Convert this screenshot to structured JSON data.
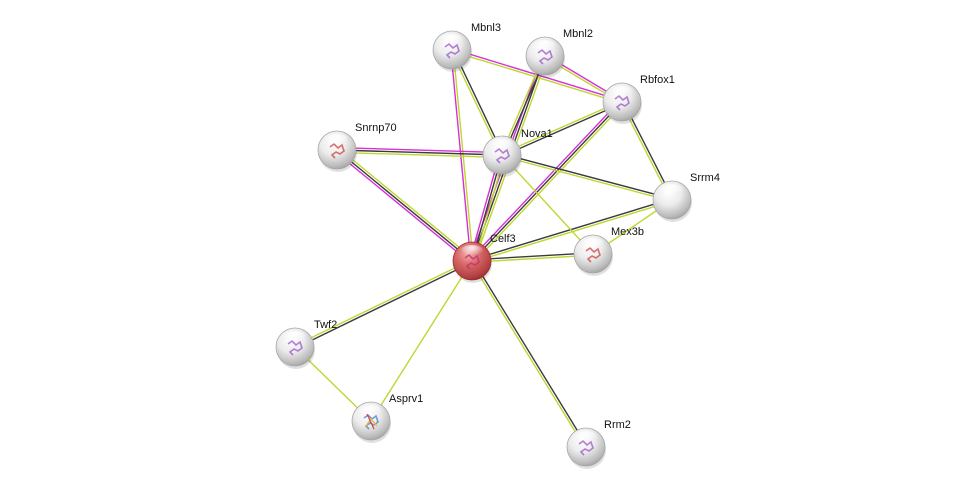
{
  "title": "Protein interaction network",
  "colors": {
    "query_node": "#d04c4c",
    "node": "#d8d8d8",
    "edge_textmining": "#c0d630",
    "edge_coexpression": "#3b3b3b",
    "edge_experimental": "#d630d6"
  },
  "nodes": [
    {
      "id": "Celf3",
      "label": "Celf3",
      "query": true,
      "structure": "pink"
    },
    {
      "id": "Mbnl3",
      "label": "Mbnl3",
      "structure": "purple"
    },
    {
      "id": "Mbnl2",
      "label": "Mbnl2",
      "structure": "purple"
    },
    {
      "id": "Rbfox1",
      "label": "Rbfox1",
      "structure": "purple"
    },
    {
      "id": "Snrnp70",
      "label": "Snrnp70",
      "structure": "red"
    },
    {
      "id": "Nova1",
      "label": "Nova1",
      "structure": "purple"
    },
    {
      "id": "Srrm4",
      "label": "Srrm4",
      "structure": "none"
    },
    {
      "id": "Mex3b",
      "label": "Mex3b",
      "structure": "red"
    },
    {
      "id": "Twf2",
      "label": "Twf2",
      "structure": "purple"
    },
    {
      "id": "Asprv1",
      "label": "Asprv1",
      "structure": "rainbow"
    },
    {
      "id": "Rrm2",
      "label": "Rrm2",
      "structure": "purple"
    }
  ],
  "edges": [
    {
      "source": "Celf3",
      "target": "Mbnl3",
      "types": [
        "experimental",
        "textmining"
      ]
    },
    {
      "source": "Celf3",
      "target": "Mbnl2",
      "types": [
        "experimental",
        "coexpression",
        "textmining"
      ]
    },
    {
      "source": "Celf3",
      "target": "Rbfox1",
      "types": [
        "experimental",
        "coexpression",
        "textmining"
      ]
    },
    {
      "source": "Celf3",
      "target": "Snrnp70",
      "types": [
        "experimental",
        "coexpression",
        "textmining"
      ]
    },
    {
      "source": "Celf3",
      "target": "Nova1",
      "types": [
        "experimental",
        "coexpression",
        "textmining"
      ]
    },
    {
      "source": "Celf3",
      "target": "Srrm4",
      "types": [
        "coexpression",
        "textmining"
      ]
    },
    {
      "source": "Celf3",
      "target": "Mex3b",
      "types": [
        "coexpression",
        "textmining"
      ]
    },
    {
      "source": "Celf3",
      "target": "Twf2",
      "types": [
        "coexpression",
        "textmining"
      ]
    },
    {
      "source": "Celf3",
      "target": "Asprv1",
      "types": [
        "textmining"
      ]
    },
    {
      "source": "Celf3",
      "target": "Rrm2",
      "types": [
        "coexpression",
        "textmining"
      ]
    },
    {
      "source": "Mbnl3",
      "target": "Nova1",
      "types": [
        "coexpression",
        "textmining"
      ]
    },
    {
      "source": "Mbnl3",
      "target": "Rbfox1",
      "types": [
        "experimental",
        "textmining"
      ]
    },
    {
      "source": "Mbnl2",
      "target": "Rbfox1",
      "types": [
        "experimental",
        "textmining"
      ]
    },
    {
      "source": "Mbnl2",
      "target": "Nova1",
      "types": [
        "coexpression",
        "textmining"
      ]
    },
    {
      "source": "Rbfox1",
      "target": "Nova1",
      "types": [
        "coexpression",
        "textmining"
      ]
    },
    {
      "source": "Rbfox1",
      "target": "Srrm4",
      "types": [
        "coexpression",
        "textmining"
      ]
    },
    {
      "source": "Snrnp70",
      "target": "Nova1",
      "types": [
        "experimental",
        "coexpression",
        "textmining"
      ]
    },
    {
      "source": "Nova1",
      "target": "Srrm4",
      "types": [
        "coexpression",
        "textmining"
      ]
    },
    {
      "source": "Nova1",
      "target": "Mex3b",
      "types": [
        "textmining"
      ]
    },
    {
      "source": "Srrm4",
      "target": "Mex3b",
      "types": [
        "textmining"
      ]
    },
    {
      "source": "Twf2",
      "target": "Asprv1",
      "types": [
        "textmining"
      ]
    }
  ]
}
